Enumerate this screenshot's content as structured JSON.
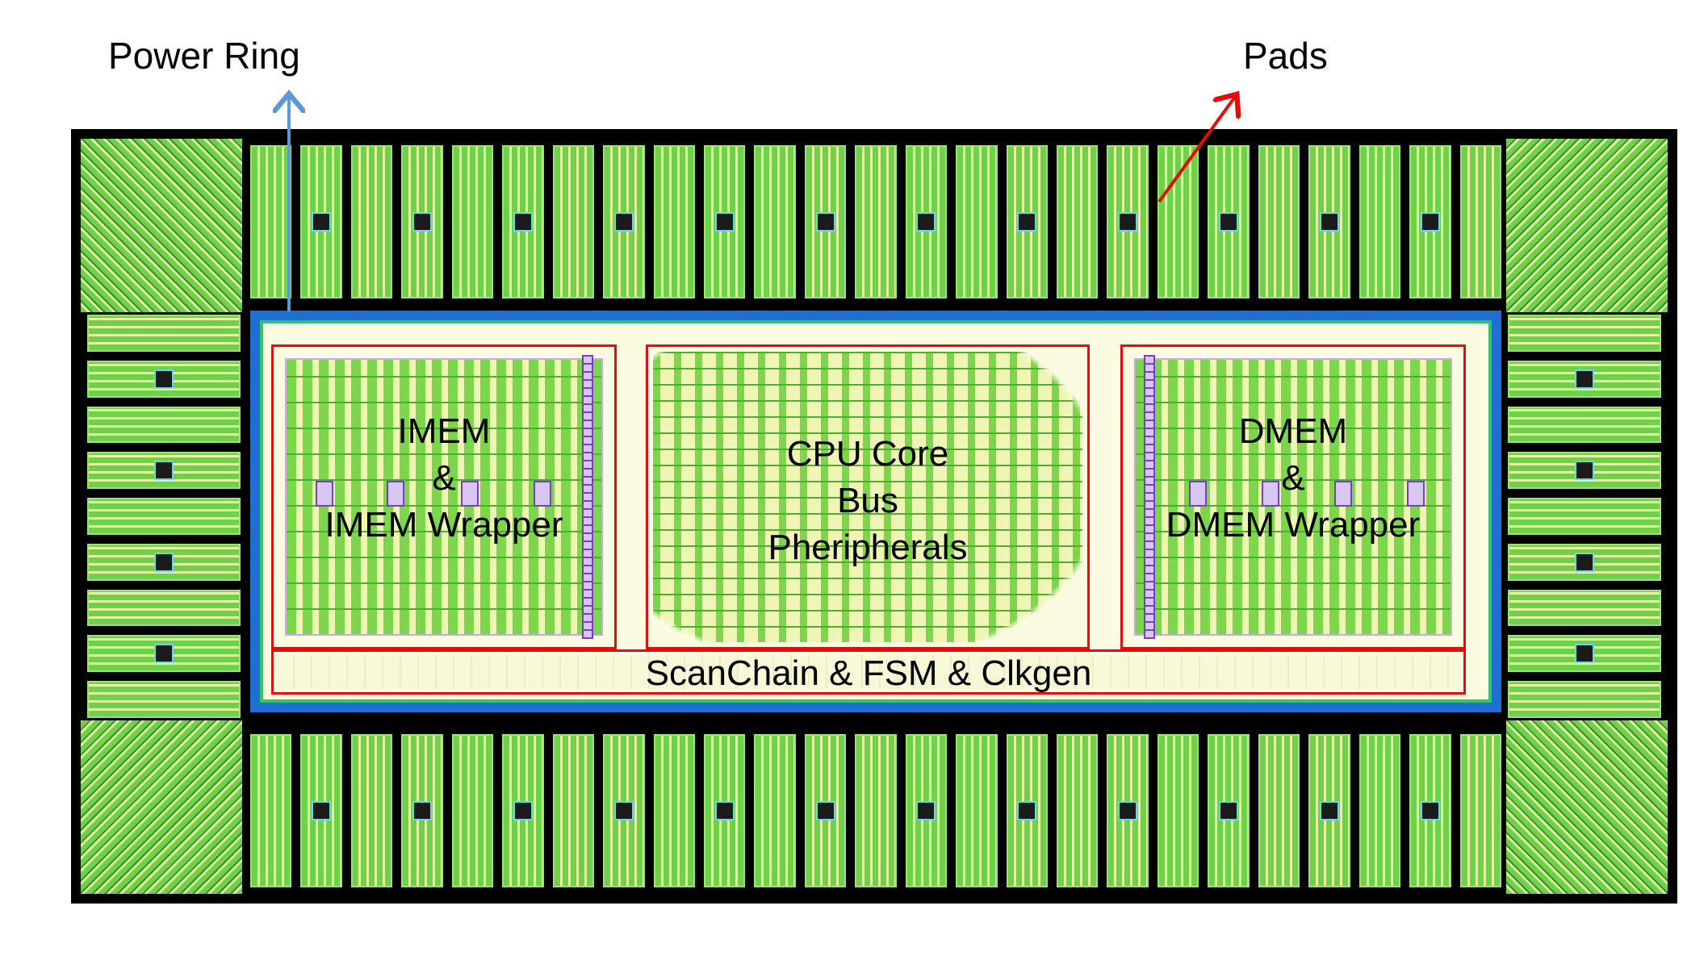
{
  "callouts": {
    "power_ring": "Power Ring",
    "pads": "Pads"
  },
  "blocks": {
    "imem": {
      "line1": "IMEM",
      "line2": "&",
      "line3": "IMEM Wrapper"
    },
    "cpu": {
      "line1": "CPU Core",
      "line2": "Bus",
      "line3": "Pheripherals"
    },
    "dmem": {
      "line1": "DMEM",
      "line2": "&",
      "line3": "DMEM Wrapper"
    },
    "scan": {
      "label": "ScanChain & FSM & Clkgen"
    }
  },
  "colors": {
    "block_outline": "#e30b0b",
    "power_ring": "#1f6fd0",
    "power_ring_arrow": "#5b9bd5",
    "pads_arrow": "#e30b0b",
    "metal_fill": "#7bd64c",
    "chip_background": "#000000"
  }
}
